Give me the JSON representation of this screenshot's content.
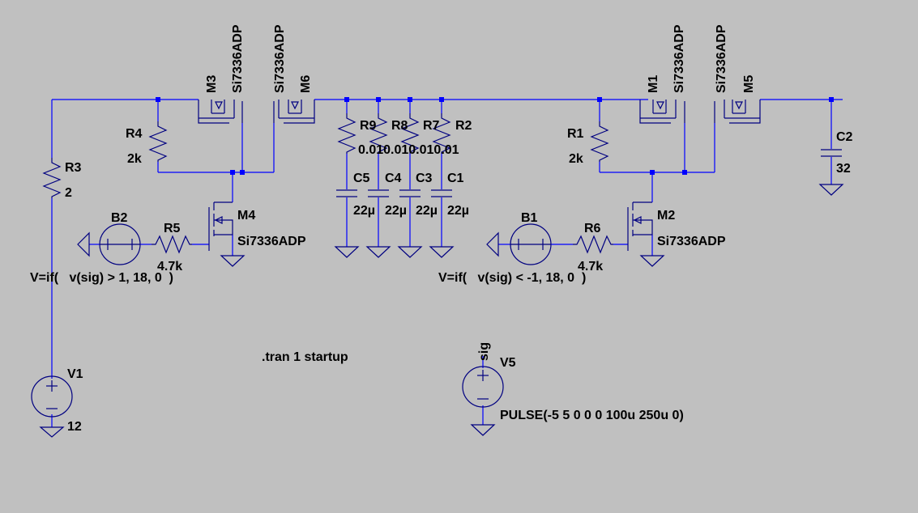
{
  "colors": {
    "background": "#c0c0c0",
    "wire": "#0000ff",
    "symbol": "#000080",
    "text": "#000000"
  },
  "components": {
    "m3": {
      "name": "M3",
      "model": "Si7336ADP"
    },
    "m6": {
      "name": "M6",
      "model": "Si7336ADP"
    },
    "m1": {
      "name": "M1",
      "model": "Si7336ADP"
    },
    "m5": {
      "name": "M5",
      "model": "Si7336ADP"
    },
    "m4": {
      "name": "M4",
      "model": "Si7336ADP"
    },
    "m2": {
      "name": "M2",
      "model": "Si7336ADP"
    },
    "r4": {
      "name": "R4",
      "value": "2k"
    },
    "r1": {
      "name": "R1",
      "value": "2k"
    },
    "r3": {
      "name": "R3",
      "value": "2"
    },
    "r5": {
      "name": "R5",
      "value": "4.7k"
    },
    "r6": {
      "name": "R6",
      "value": "4.7k"
    },
    "r9": {
      "name": "R9"
    },
    "r8": {
      "name": "R8"
    },
    "r7": {
      "name": "R7"
    },
    "r2": {
      "name": "R2"
    },
    "r_values": "0.010.010.010.01",
    "c5": {
      "name": "C5",
      "value": "22µ"
    },
    "c4": {
      "name": "C4",
      "value": "22µ"
    },
    "c3": {
      "name": "C3",
      "value": "22µ"
    },
    "c1": {
      "name": "C1",
      "value": "22µ"
    },
    "c2": {
      "name": "C2",
      "value": "32"
    },
    "b2": {
      "name": "B2",
      "expr": "V=if(   v(sig) > 1, 18, 0  )"
    },
    "b1": {
      "name": "B1",
      "expr": "V=if(   v(sig) < -1, 18, 0  )"
    },
    "v1": {
      "name": "V1",
      "value": "12"
    },
    "v5": {
      "name": "V5",
      "value": "PULSE(-5 5 0 0 0 100u 250u 0)",
      "net": "sig"
    }
  },
  "directive": ".tran 1 startup"
}
